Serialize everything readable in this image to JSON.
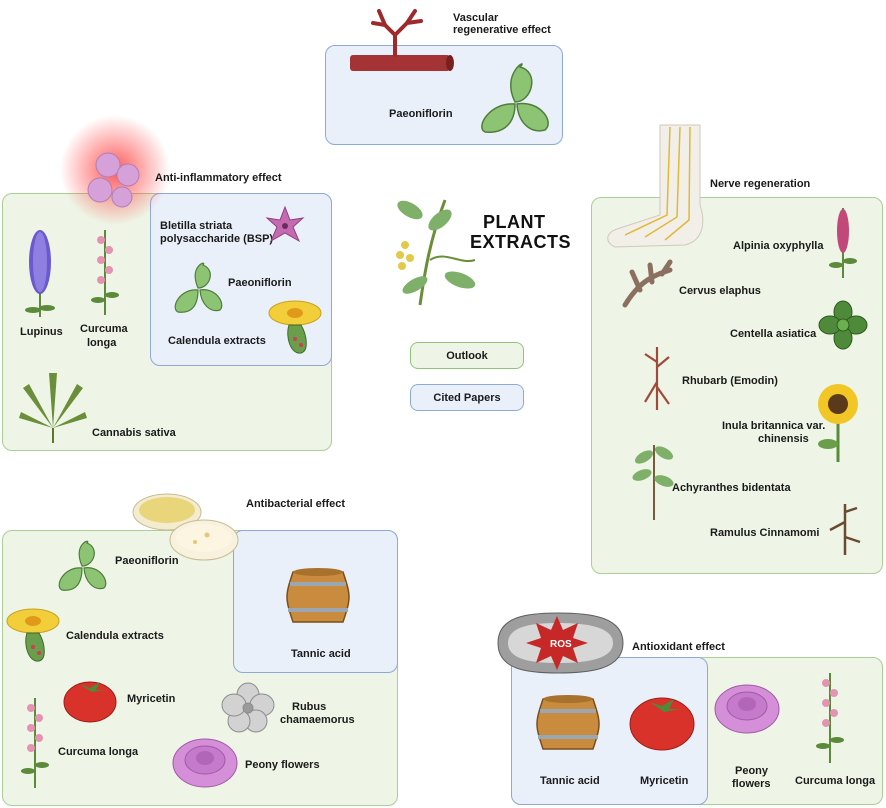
{
  "center": {
    "title_line1": "PLANT",
    "title_line2": "EXTRACTS",
    "outlook": "Outlook",
    "cited_papers": "Cited Papers"
  },
  "vascular": {
    "heading_line1": "Vascular",
    "heading_line2": "regenerative effect",
    "item": "Paeoniflorin"
  },
  "anti_inflammatory": {
    "heading": "Anti-inflammatory effect",
    "items": {
      "lupinus": "Lupinus",
      "curcuma_line1": "Curcuma",
      "curcuma_line2": "longa",
      "cannabis": "Cannabis sativa",
      "bsp_line1": "Bletilla striata",
      "bsp_line2": "polysaccharide (BSP)",
      "paeoniflorin": "Paeoniflorin",
      "calendula": "Calendula extracts"
    }
  },
  "nerve": {
    "heading": "Nerve regeneration",
    "items": {
      "alpinia": "Alpinia oxyphylla",
      "cervus": "Cervus elaphus",
      "centella": "Centella asiatica",
      "rhubarb": "Rhubarb (Emodin)",
      "inula_line1": "Inula britannica var.",
      "inula_line2": "chinensis",
      "achyranthes": "Achyranthes bidentata",
      "ramulus": "Ramulus Cinnamomi"
    }
  },
  "antibacterial": {
    "heading": "Antibacterial effect",
    "items": {
      "paeoniflorin": "Paeoniflorin",
      "calendula": "Calendula extracts",
      "myricetin": "Myricetin",
      "rubus_line1": "Rubus",
      "rubus_line2": "chamaemorus",
      "curcuma": "Curcuma longa",
      "peony": "Peony flowers",
      "tannic": "Tannic acid"
    }
  },
  "antioxidant": {
    "heading": "Antioxidant effect",
    "ros": "ROS",
    "items": {
      "tannic": "Tannic acid",
      "myricetin": "Myricetin",
      "peony_line1": "Peony",
      "peony_line2": "flowers",
      "curcuma": "Curcuma longa"
    }
  },
  "icons": [
    "vessel-icon",
    "leaf-icon",
    "cell-icon",
    "lupinus-icon",
    "snapdragon-icon",
    "cannabis-icon",
    "star-flower-icon",
    "calendula-icon",
    "plant-icon",
    "foot-nerve-icon",
    "antler-icon",
    "rosette-icon",
    "root-icon",
    "sunflower-icon",
    "sapling-icon",
    "twig-icon",
    "petri-dish-icon",
    "barrel-icon",
    "tomato-icon",
    "flower-icon",
    "rose-icon",
    "mitochondrion-icon"
  ],
  "colors": {
    "green_panel": "#eef5e6",
    "green_border": "#a9cf94",
    "blue_panel": "#eaf0fa",
    "blue_border": "#8fa9d6",
    "vessel": "#9e2a2b",
    "leaf": "#7fb069",
    "ros": "#c62828"
  }
}
